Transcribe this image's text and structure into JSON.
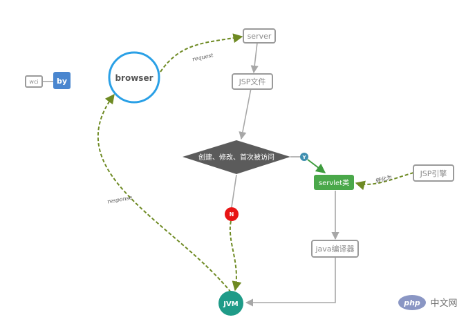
{
  "nodes": {
    "wci": "wci",
    "by": "by",
    "browser": "browser",
    "server": "server",
    "jsp_file": "JSP文件",
    "decision": "创建、修改、首次被访问",
    "yes_badge": "Y",
    "no_badge": "N",
    "servlet": "servlet类",
    "jsp_engine": "JSP引擎",
    "java_compiler": "java编译器",
    "jvm": "JVM"
  },
  "edges": {
    "request": "request",
    "response": "response",
    "convert": "转化为"
  },
  "watermark": {
    "logo": "php",
    "site": "中文网"
  },
  "colors": {
    "browser_stroke": "#2aa0e6",
    "by_fill": "#4a86cf",
    "decision_fill": "#5b5b5b",
    "servlet_fill": "#4aa84a",
    "jvm_fill": "#1f9b88",
    "no_badge_fill": "#e81414",
    "yes_badge_fill": "#3f8fb0",
    "dashed_edge": "#6e8a23"
  }
}
